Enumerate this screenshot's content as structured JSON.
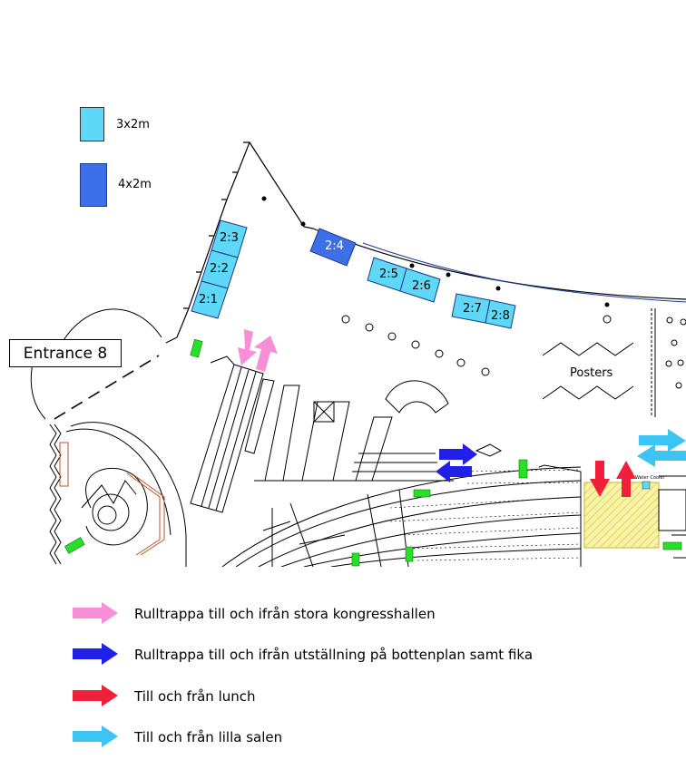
{
  "booth_legend": {
    "small": {
      "label": "3x2m",
      "color": "#5fd7f7"
    },
    "large": {
      "label": "4x2m",
      "color": "#3d6fe8"
    }
  },
  "entrance": {
    "label": "Entrance 8"
  },
  "booths": [
    {
      "id": "2:3",
      "size": "small"
    },
    {
      "id": "2:2",
      "size": "small"
    },
    {
      "id": "2:1",
      "size": "small"
    },
    {
      "id": "2:4",
      "size": "large"
    },
    {
      "id": "2:5",
      "size": "small"
    },
    {
      "id": "2:6",
      "size": "small"
    },
    {
      "id": "2:7",
      "size": "small"
    },
    {
      "id": "2:8",
      "size": "small"
    }
  ],
  "posters": {
    "label": "Posters"
  },
  "water_cooler": {
    "label": "Water Cooler"
  },
  "arrow_legend": [
    {
      "color": "#f78fd6",
      "label": "Rulltrappa till och ifrån stora kongresshallen"
    },
    {
      "color": "#2020e8",
      "label": "Rulltrappa till och ifrån utställning på bottenplan samt fika"
    },
    {
      "color": "#f0203c",
      "label": "Till och från lunch"
    },
    {
      "color": "#3cc4f4",
      "label": "Till och från lilla salen"
    }
  ]
}
